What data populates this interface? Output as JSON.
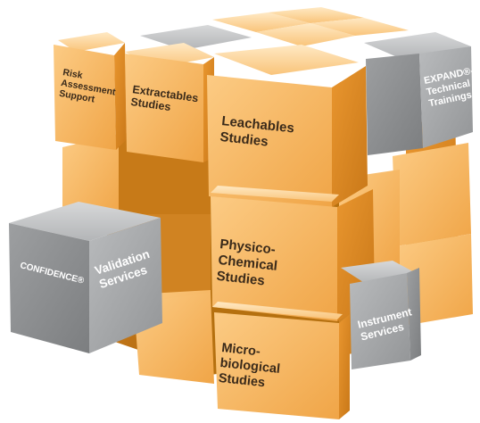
{
  "diagram": {
    "colors": {
      "orange_light": "#FCD9A0",
      "orange_mid": "#F6B25A",
      "orange_dark": "#D98A2B",
      "orange_deep": "#B86A12",
      "grey_light": "#C9CACB",
      "grey_mid": "#A6A8AA",
      "grey_dark": "#828486",
      "label_dark": "#3a2a1a",
      "label_light": "#ffffff"
    },
    "blocks": [
      {
        "id": "risk",
        "label": "Risk\nAssessment\nSupport",
        "color": "orange"
      },
      {
        "id": "extractables",
        "label": "Extractables\nStudies",
        "color": "orange"
      },
      {
        "id": "leachables",
        "label": "Leachables\nStudies",
        "color": "orange"
      },
      {
        "id": "expand",
        "label": "EXPAND®-\nTechnical\nTrainings",
        "color": "grey"
      },
      {
        "id": "confidence",
        "label": "CONFIDENCE®",
        "color": "grey"
      },
      {
        "id": "validation",
        "label": "Validation\nServices",
        "color": "grey"
      },
      {
        "id": "physico",
        "label": "Physico-\nChemical\nStudies",
        "color": "orange"
      },
      {
        "id": "instrument",
        "label": "Instrument\nServices",
        "color": "grey"
      },
      {
        "id": "micro",
        "label": "Micro-\nbiological\nStudies",
        "color": "orange"
      }
    ]
  }
}
